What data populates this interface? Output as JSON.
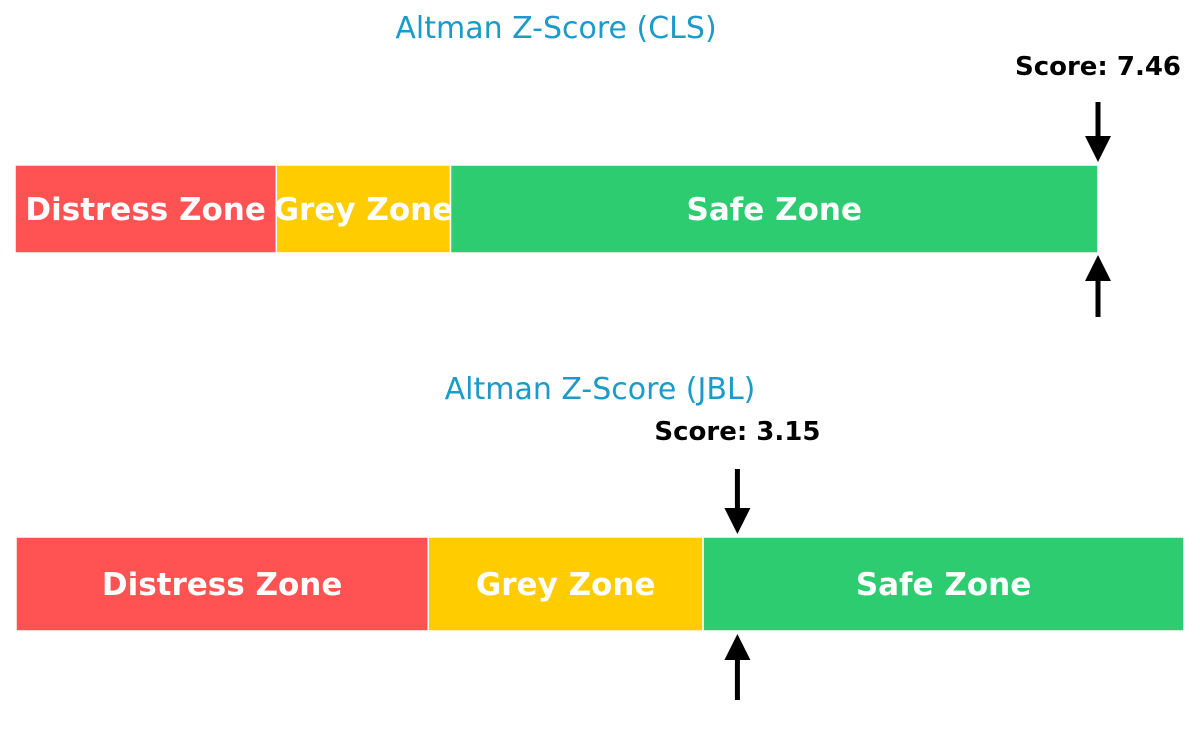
{
  "chart_data": [
    {
      "type": "bar",
      "title": "Altman Z-Score (CLS)",
      "zones": [
        {
          "label": "Distress Zone",
          "start": 0,
          "end": 1.8,
          "color": "#ff5252"
        },
        {
          "label": "Grey Zone",
          "start": 1.8,
          "end": 3.0,
          "color": "#ffcc00"
        },
        {
          "label": "Safe Zone",
          "start": 3.0,
          "end": 7.46,
          "color": "#2ecc71"
        }
      ],
      "score": 7.46,
      "score_label": "Score: 7.46"
    },
    {
      "type": "bar",
      "title": "Altman Z-Score (JBL)",
      "zones": [
        {
          "label": "Distress Zone",
          "start": 0,
          "end": 1.8,
          "color": "#ff5252"
        },
        {
          "label": "Grey Zone",
          "start": 1.8,
          "end": 3.0,
          "color": "#ffcc00"
        },
        {
          "label": "Safe Zone",
          "start": 3.0,
          "end": 5.1,
          "color": "#2ecc71"
        }
      ],
      "score": 3.15,
      "score_label": "Score: 3.15"
    }
  ]
}
